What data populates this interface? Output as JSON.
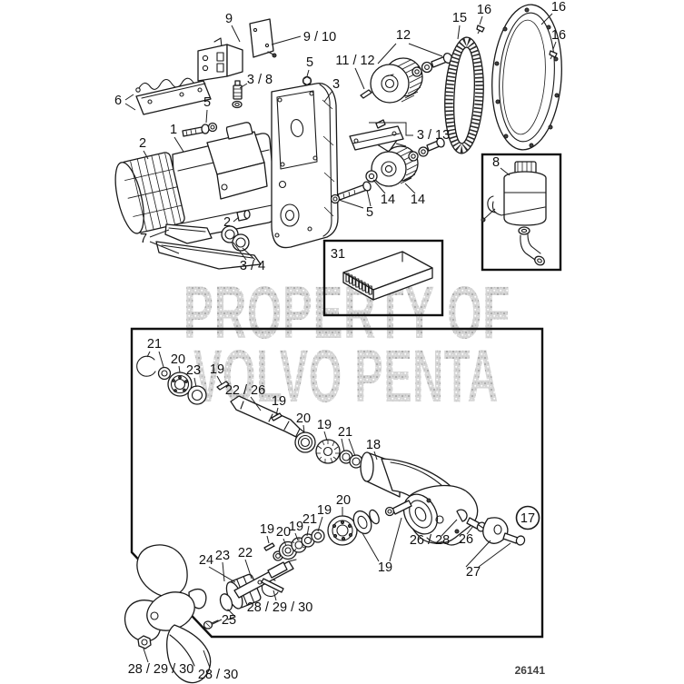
{
  "page": {
    "watermark": {
      "line1": "PROPERTY OF",
      "line2": "VOLVO PENTA"
    },
    "drawing_number": "26141"
  },
  "callouts": [
    {
      "text": "9"
    },
    {
      "text": "9 / 10"
    },
    {
      "text": "12"
    },
    {
      "text": "11 / 12"
    },
    {
      "text": "15"
    },
    {
      "text": "16"
    },
    {
      "text": "16"
    },
    {
      "text": "16"
    },
    {
      "text": "5"
    },
    {
      "text": "3 / 8"
    },
    {
      "text": "3"
    },
    {
      "text": "6"
    },
    {
      "text": "5"
    },
    {
      "text": "1"
    },
    {
      "text": "2"
    },
    {
      "text": "3 / 13"
    },
    {
      "text": "8"
    },
    {
      "text": "14"
    },
    {
      "text": "14"
    },
    {
      "text": "5"
    },
    {
      "text": "2"
    },
    {
      "text": "7"
    },
    {
      "text": "3 / 4"
    },
    {
      "text": "31"
    },
    {
      "text": "21"
    },
    {
      "text": "20"
    },
    {
      "text": "23"
    },
    {
      "text": "19"
    },
    {
      "text": "22 / 26"
    },
    {
      "text": "19"
    },
    {
      "text": "20"
    },
    {
      "text": "19"
    },
    {
      "text": "21"
    },
    {
      "text": "18"
    },
    {
      "text": "19"
    },
    {
      "text": "20"
    },
    {
      "text": "19"
    },
    {
      "text": "21"
    },
    {
      "text": "19"
    },
    {
      "text": "20"
    },
    {
      "text": "19"
    },
    {
      "text": "26 / 28"
    },
    {
      "text": "26"
    },
    {
      "text": "27"
    },
    {
      "text": "17"
    },
    {
      "text": "24"
    },
    {
      "text": "23"
    },
    {
      "text": "22"
    },
    {
      "text": "28 / 29 / 30"
    },
    {
      "text": "25"
    },
    {
      "text": "28 / 29 / 30"
    },
    {
      "text": "28 / 30"
    },
    {
      "text": "26141"
    }
  ]
}
